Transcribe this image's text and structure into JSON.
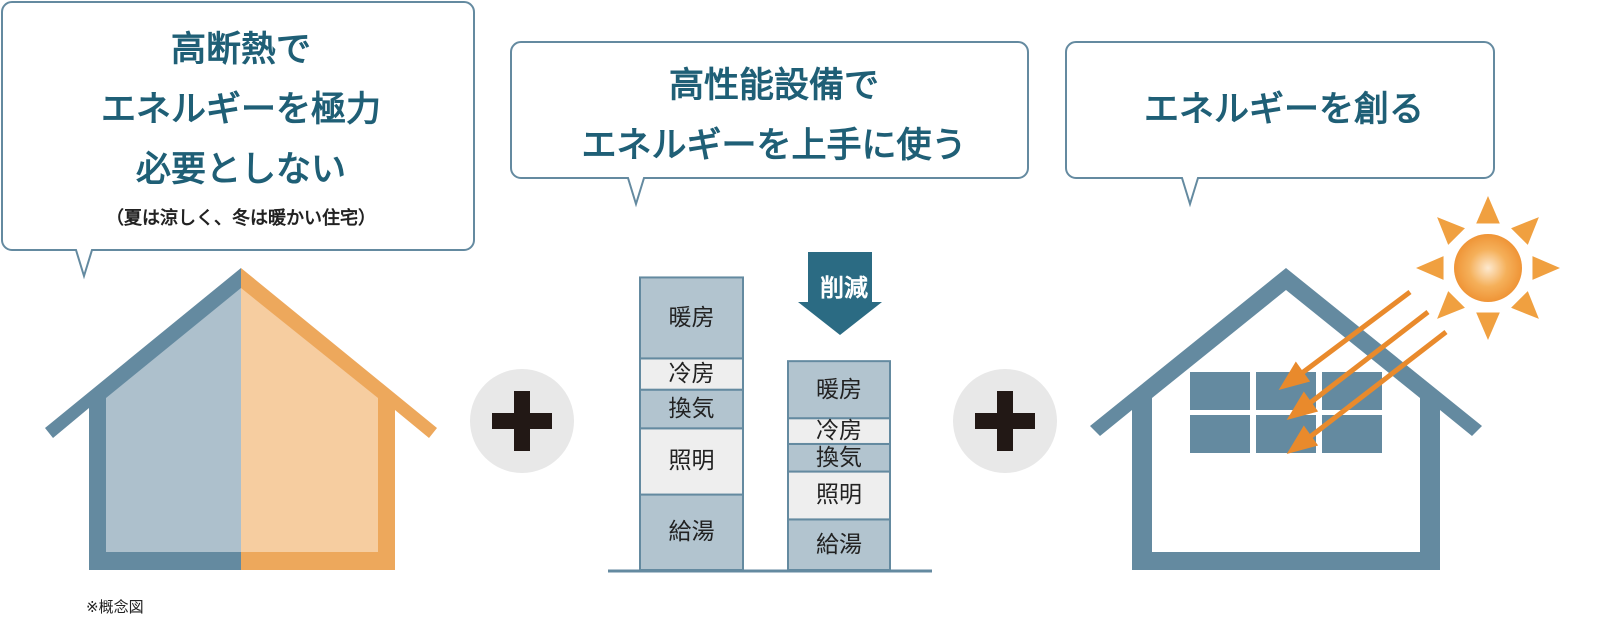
{
  "bubbles": [
    {
      "lines": [
        "高断熱で",
        "エネルギーを極力",
        "必要としない"
      ],
      "sub": "（夏は涼しく、冬は暖かい住宅）"
    },
    {
      "lines": [
        "高性能設備で",
        "エネルギーを上手に使う"
      ]
    },
    {
      "lines": [
        "エネルギーを創る"
      ]
    }
  ],
  "before_bars": {
    "labels": [
      "暖房",
      "冷房",
      "換気",
      "照明",
      "給湯"
    ],
    "values": [
      88,
      34,
      42,
      72,
      82
    ]
  },
  "after_bars": {
    "labels": [
      "暖房",
      "冷房",
      "換気",
      "照明",
      "給湯"
    ],
    "values": [
      62,
      28,
      30,
      52,
      55
    ]
  },
  "reduction_label": "削減",
  "note": "※概念図",
  "colors": {
    "text_teal": "#1f5f76",
    "house_blue": "#648aa0",
    "house_blue_fill": "#adc0cc",
    "house_orange": "#eda85c",
    "house_orange_fill": "#f6cda0",
    "bar_dark": "#b2c4cf",
    "bar_light": "#eeeeee",
    "arrow_teal": "#2b6b83",
    "sun_orange": "#f0a040",
    "ray_orange": "#e98a2c",
    "plus_circle": "#e8e8e8"
  }
}
